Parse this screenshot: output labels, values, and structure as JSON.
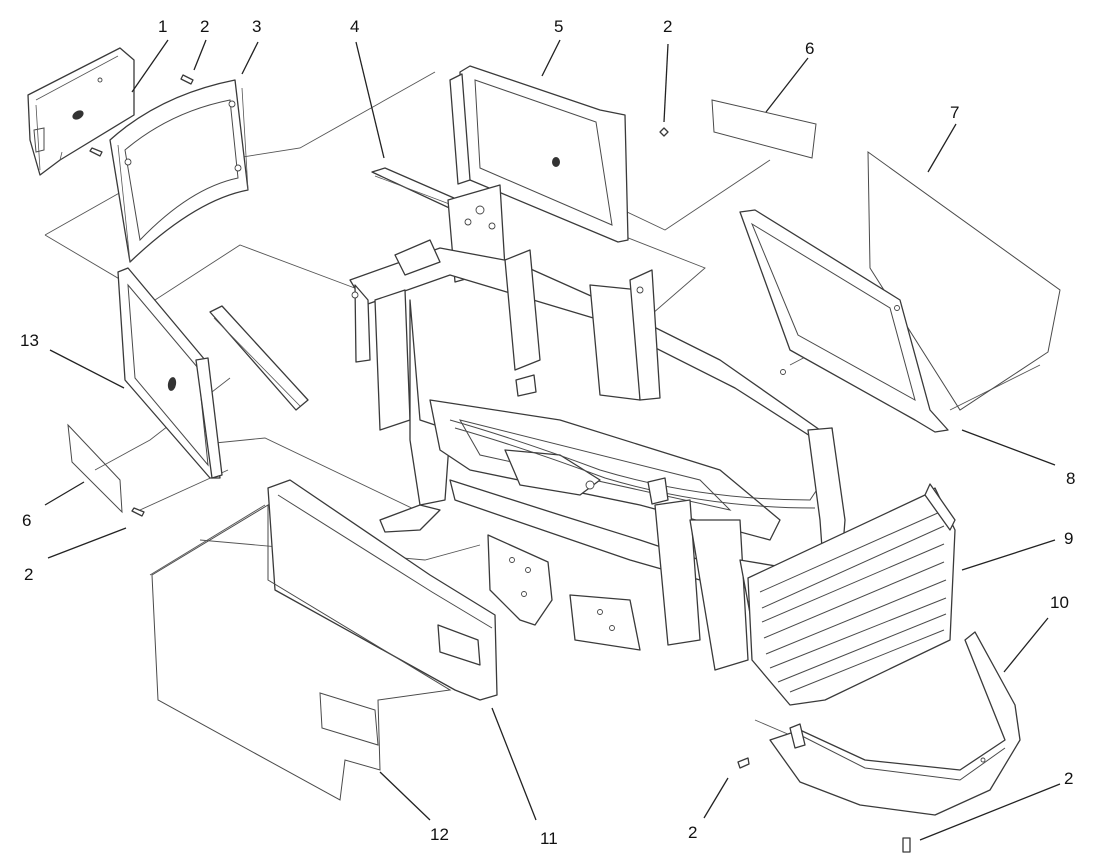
{
  "diagram": {
    "callouts": {
      "c1": "1",
      "c2a": "2",
      "c3": "3",
      "c4": "4",
      "c5": "5",
      "c2b": "2",
      "c6a": "6",
      "c7": "7",
      "c13": "13",
      "c8": "8",
      "c6b": "6",
      "c9": "9",
      "c2c": "2",
      "c10": "10",
      "c2d": "2",
      "c12": "12",
      "c11": "11",
      "c2e": "2"
    }
  }
}
